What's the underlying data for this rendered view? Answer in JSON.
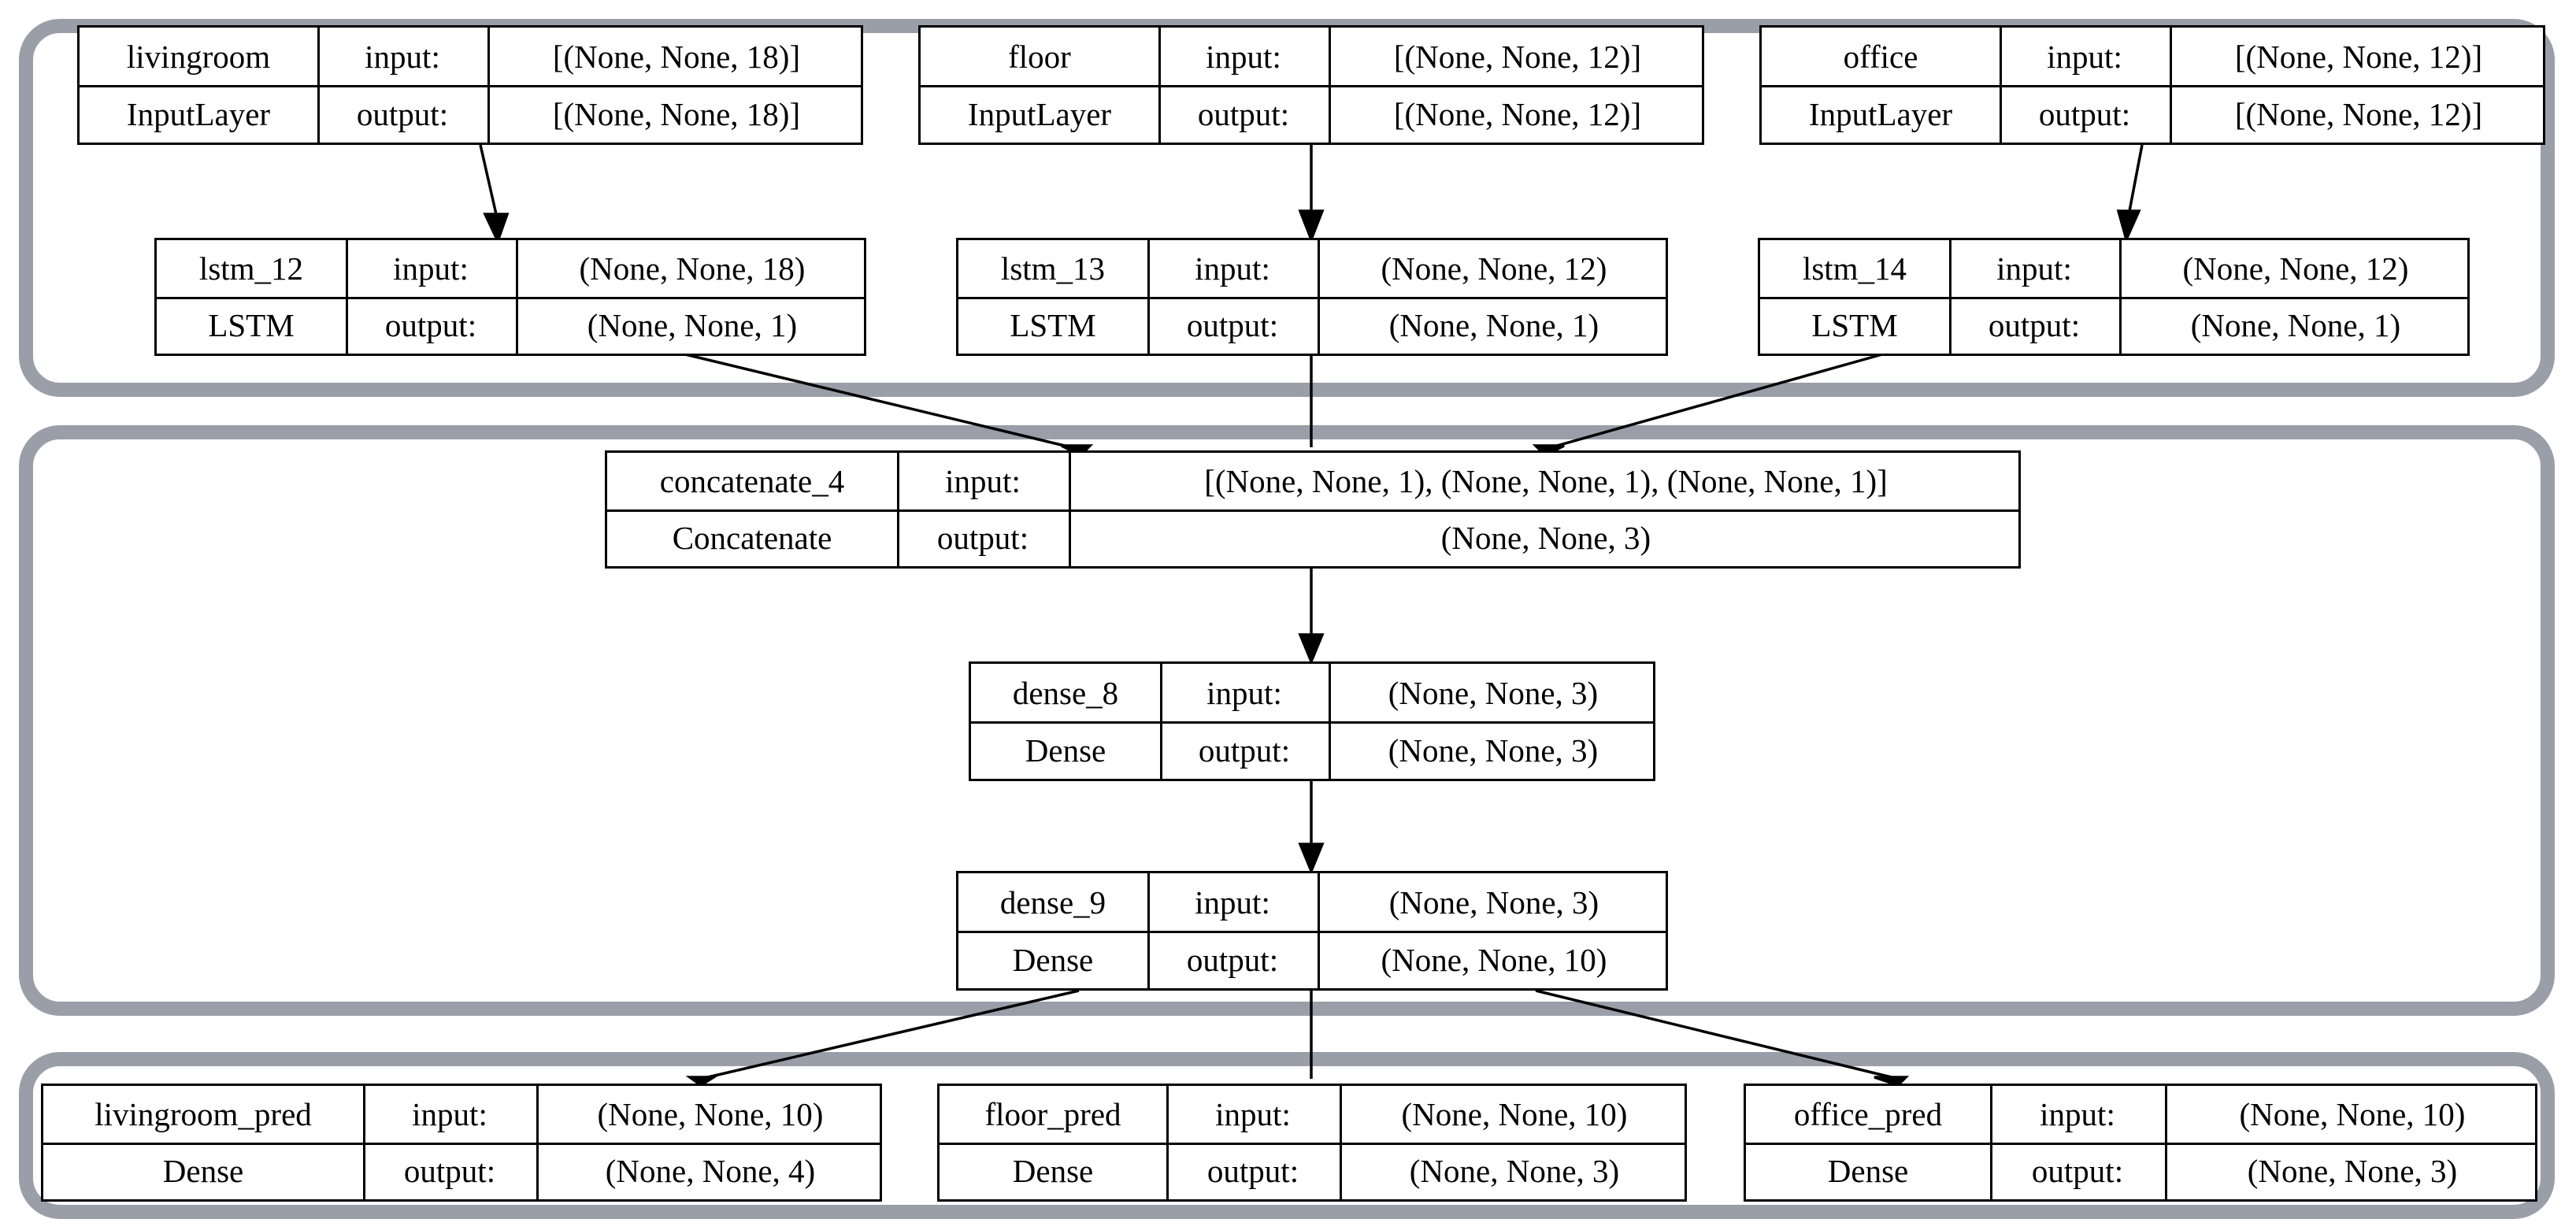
{
  "colors": {
    "group_border": "#9a9ea8",
    "line": "#000000",
    "background": "#ffffff"
  },
  "labels": {
    "input": "input:",
    "output": "output:"
  },
  "nodes": {
    "livingroom": {
      "name": "livingroom",
      "type": "InputLayer",
      "input": "[(None, None, 18)]",
      "output": "[(None, None, 18)]"
    },
    "floor": {
      "name": "floor",
      "type": "InputLayer",
      "input": "[(None, None, 12)]",
      "output": "[(None, None, 12)]"
    },
    "office": {
      "name": "office",
      "type": "InputLayer",
      "input": "[(None, None, 12)]",
      "output": "[(None, None, 12)]"
    },
    "lstm_12": {
      "name": "lstm_12",
      "type": "LSTM",
      "input": "(None, None, 18)",
      "output": "(None, None, 1)"
    },
    "lstm_13": {
      "name": "lstm_13",
      "type": "LSTM",
      "input": "(None, None, 12)",
      "output": "(None, None, 1)"
    },
    "lstm_14": {
      "name": "lstm_14",
      "type": "LSTM",
      "input": "(None, None, 12)",
      "output": "(None, None, 1)"
    },
    "concatenate_4": {
      "name": "concatenate_4",
      "type": "Concatenate",
      "input": "[(None, None, 1), (None, None, 1), (None, None, 1)]",
      "output": "(None, None, 3)"
    },
    "dense_8": {
      "name": "dense_8",
      "type": "Dense",
      "input": "(None, None, 3)",
      "output": "(None, None, 3)"
    },
    "dense_9": {
      "name": "dense_9",
      "type": "Dense",
      "input": "(None, None, 3)",
      "output": "(None, None, 10)"
    },
    "livingroom_pred": {
      "name": "livingroom_pred",
      "type": "Dense",
      "input": "(None, None, 10)",
      "output": "(None, None, 4)"
    },
    "floor_pred": {
      "name": "floor_pred",
      "type": "Dense",
      "input": "(None, None, 10)",
      "output": "(None, None, 3)"
    },
    "office_pred": {
      "name": "office_pred",
      "type": "Dense",
      "input": "(None, None, 10)",
      "output": "(None, None, 3)"
    }
  }
}
